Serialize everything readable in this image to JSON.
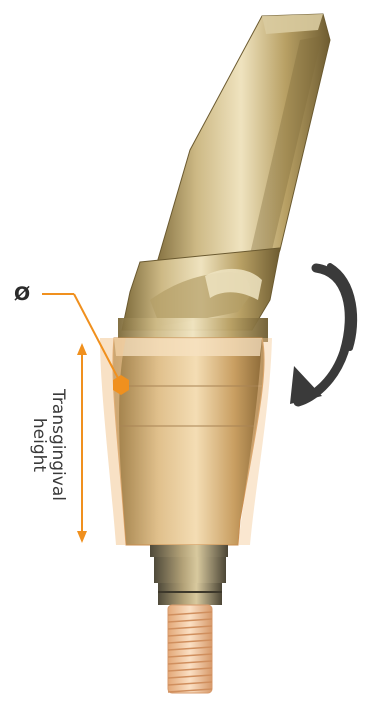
{
  "labels": {
    "diameter_symbol": "Ø",
    "transgingival_line1": "Transgingival",
    "transgingival_line2": "height"
  },
  "colors": {
    "accent": "#f0901e",
    "arrow": "#3a3a3a",
    "gold_light": "#e8d9b0",
    "gold_mid": "#c9b074",
    "gold_dark": "#8e7640",
    "collar": "#e7bf8a",
    "screw": "#f4c9a0"
  },
  "icons": {
    "rotation": "curved-arrow-icon",
    "marker": "hexagon-marker-icon"
  }
}
